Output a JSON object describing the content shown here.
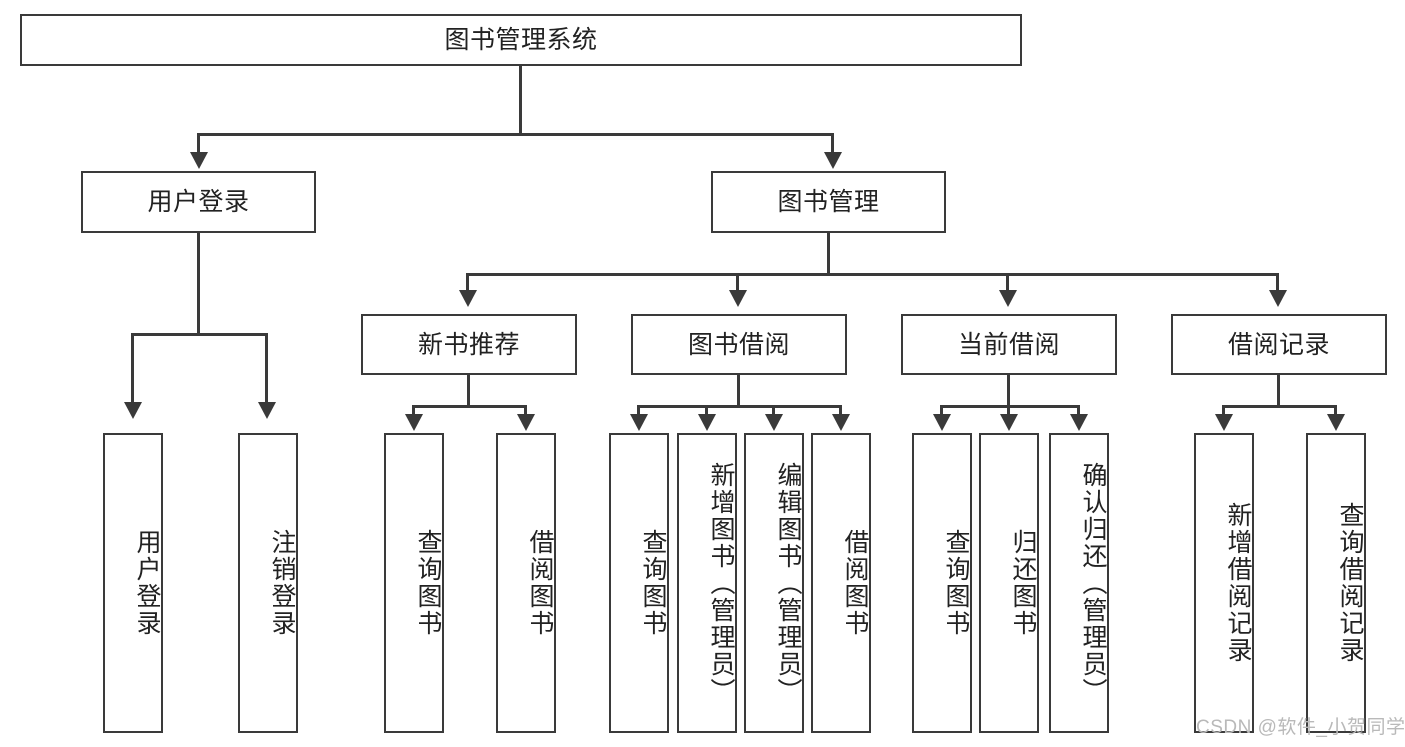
{
  "diagram": {
    "title": "图书管理系统",
    "type": "hierarchy-tree",
    "root": {
      "id": "root",
      "label": "图书管理系统"
    },
    "level2": [
      {
        "id": "user-login",
        "label": "用户登录"
      },
      {
        "id": "book-manage",
        "label": "图书管理"
      }
    ],
    "level3": [
      {
        "id": "new-book-rec",
        "label": "新书推荐",
        "parent": "book-manage"
      },
      {
        "id": "book-borrow",
        "label": "图书借阅",
        "parent": "book-manage"
      },
      {
        "id": "current-borrow",
        "label": "当前借阅",
        "parent": "book-manage"
      },
      {
        "id": "borrow-record",
        "label": "借阅记录",
        "parent": "book-manage"
      }
    ],
    "leaves": [
      {
        "id": "leaf-user-login",
        "label": "用户登录",
        "parent": "user-login"
      },
      {
        "id": "leaf-logout",
        "label": "注销登录",
        "parent": "user-login"
      },
      {
        "id": "leaf-query-book-1",
        "label": "查询图书",
        "parent": "new-book-rec"
      },
      {
        "id": "leaf-borrow-book-1",
        "label": "借阅图书",
        "parent": "new-book-rec"
      },
      {
        "id": "leaf-query-book-2",
        "label": "查询图书",
        "parent": "book-borrow"
      },
      {
        "id": "leaf-add-book",
        "label": "新增图书（管理员）",
        "parent": "book-borrow"
      },
      {
        "id": "leaf-edit-book",
        "label": "编辑图书（管理员）",
        "parent": "book-borrow"
      },
      {
        "id": "leaf-borrow-book-2",
        "label": "借阅图书",
        "parent": "book-borrow"
      },
      {
        "id": "leaf-query-book-3",
        "label": "查询图书",
        "parent": "current-borrow"
      },
      {
        "id": "leaf-return-book",
        "label": "归还图书",
        "parent": "current-borrow"
      },
      {
        "id": "leaf-confirm-return",
        "label": "确认归还（管理员）",
        "parent": "current-borrow"
      },
      {
        "id": "leaf-add-record",
        "label": "新增借阅记录",
        "parent": "borrow-record"
      },
      {
        "id": "leaf-query-record",
        "label": "查询借阅记录",
        "parent": "borrow-record"
      }
    ],
    "watermark": "CSDN @软件_小贺同学",
    "colors": {
      "stroke": "#3a3a3a",
      "fill": "#ffffff",
      "text": "#222222",
      "watermark": "#b9b9b9"
    }
  }
}
